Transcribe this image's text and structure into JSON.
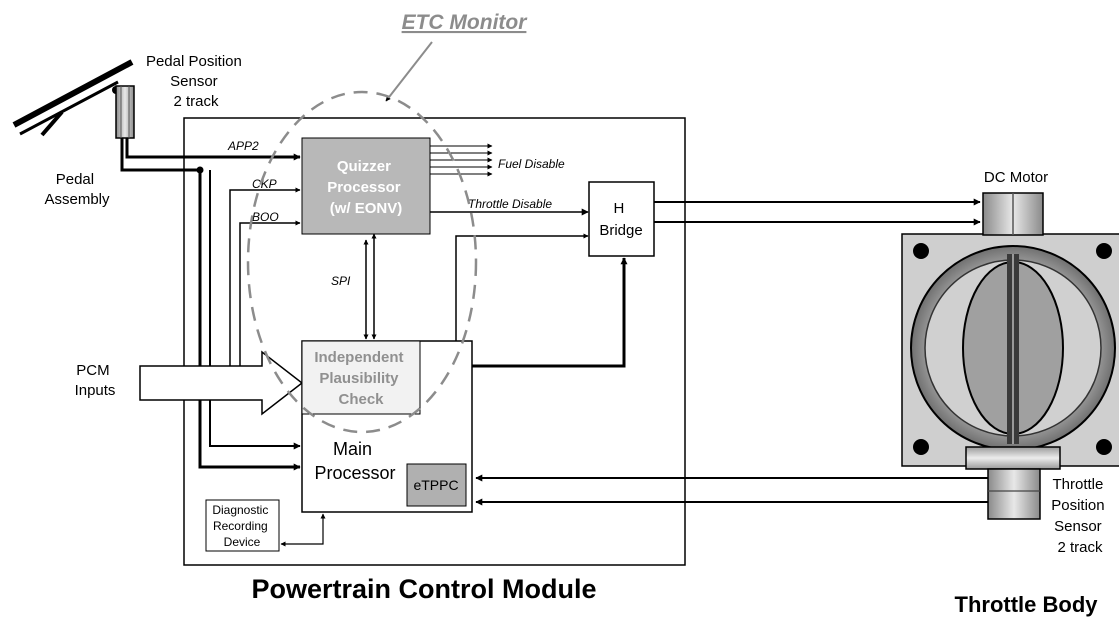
{
  "etc_monitor": {
    "title": "ETC Monitor"
  },
  "pedal": {
    "sensor_label": [
      "Pedal Position",
      "Sensor",
      "2 track"
    ],
    "assembly_label": [
      "Pedal",
      "Assembly"
    ]
  },
  "pcm": {
    "title": "Powertrain Control Module",
    "inputs_label": [
      "PCM",
      "Inputs"
    ],
    "signals": {
      "app2": "APP2",
      "ckp": "CKP",
      "boo": "BOO",
      "spi": "SPI"
    },
    "quizzer": {
      "label": [
        "Quizzer",
        "Processor",
        "(w/ EONV)"
      ]
    },
    "outputs": {
      "fuel_disable": "Fuel Disable",
      "throttle_disable": "Throttle Disable"
    },
    "h_bridge": {
      "label": [
        "H",
        "Bridge"
      ]
    },
    "plausibility": {
      "label": [
        "Independent",
        "Plausibility",
        "Check"
      ]
    },
    "main_processor": {
      "label": [
        "Main",
        "Processor"
      ],
      "etppc": "eTPPC"
    },
    "diagnostic": {
      "label": [
        "Diagnostic",
        "Recording",
        "Device"
      ]
    }
  },
  "throttle": {
    "dc_motor_label": "DC Motor",
    "tps_label": [
      "Throttle",
      "Position",
      "Sensor",
      "2 track"
    ],
    "title": "Throttle Body"
  },
  "colors": {
    "stroke": "#000000",
    "quizzer_fill": "#b8b8b8",
    "quizzer_text": "#ffffff",
    "plausibility_fill": "#f2f2f2",
    "plausibility_text": "#909090",
    "etppc_fill": "#b0b0b0",
    "monitor_dash": "#8c8c8c",
    "metal": "#c8c8c8"
  }
}
